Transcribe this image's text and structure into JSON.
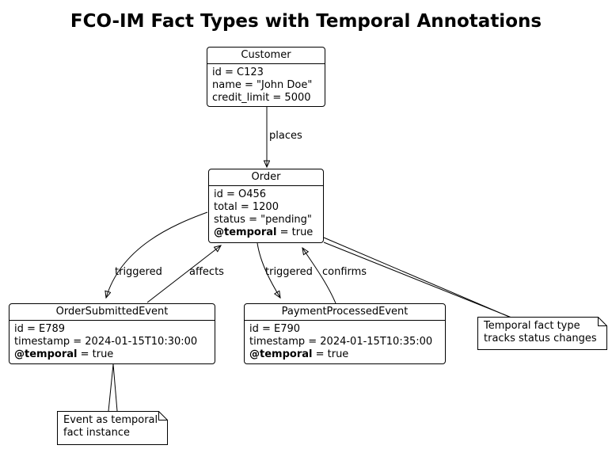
{
  "title": "FCO-IM Fact Types with Temporal Annotations",
  "objects": {
    "customer": {
      "name": "Customer",
      "attributes": [
        {
          "bold": "",
          "text": "id = C123"
        },
        {
          "bold": "",
          "text": "name = \"John Doe\""
        },
        {
          "bold": "",
          "text": "credit_limit = 5000"
        }
      ]
    },
    "order": {
      "name": "Order",
      "attributes": [
        {
          "bold": "",
          "text": "id = O456"
        },
        {
          "bold": "",
          "text": "total = 1200"
        },
        {
          "bold": "",
          "text": "status = \"pending\""
        },
        {
          "bold": "@temporal",
          "text": " = true"
        }
      ]
    },
    "order_submitted_event": {
      "name": "OrderSubmittedEvent",
      "attributes": [
        {
          "bold": "",
          "text": "id = E789"
        },
        {
          "bold": "",
          "text": "timestamp = 2024-01-15T10:30:00"
        },
        {
          "bold": "@temporal",
          "text": " = true"
        }
      ]
    },
    "payment_processed_event": {
      "name": "PaymentProcessedEvent",
      "attributes": [
        {
          "bold": "",
          "text": "id = E790"
        },
        {
          "bold": "",
          "text": "timestamp = 2024-01-15T10:35:00"
        },
        {
          "bold": "@temporal",
          "text": " = true"
        }
      ]
    }
  },
  "edges": {
    "places": {
      "label": "places"
    },
    "triggered_submit": {
      "label": "triggered"
    },
    "affects": {
      "label": "affects"
    },
    "triggered_payment": {
      "label": "triggered"
    },
    "confirms": {
      "label": "confirms"
    }
  },
  "notes": {
    "temporal_fact": {
      "line1": "Temporal fact type",
      "line2": "tracks status changes"
    },
    "event_instance": {
      "line1": "Event as temporal",
      "line2": "fact instance"
    }
  },
  "colors": {
    "stroke": "#000000",
    "background": "#ffffff",
    "text": "#000000"
  }
}
